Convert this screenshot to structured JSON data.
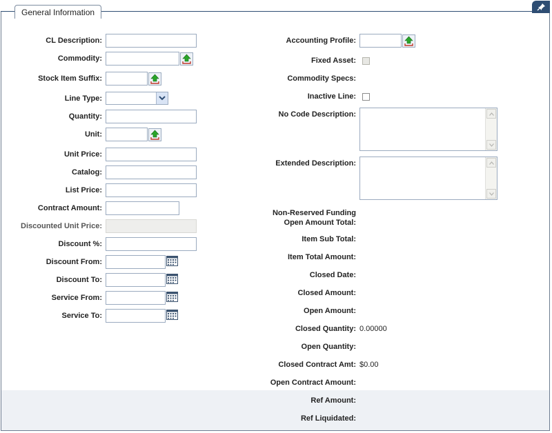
{
  "tab": {
    "title": "General Information"
  },
  "left": {
    "cl_description": "CL Description:",
    "commodity": "Commodity:",
    "stock_item_suffix": "Stock Item Suffix:",
    "line_type": "Line Type:",
    "quantity": "Quantity:",
    "unit": "Unit:",
    "unit_price": "Unit Price:",
    "catalog": "Catalog:",
    "list_price": "List Price:",
    "contract_amount": "Contract Amount:",
    "discounted_unit_price": "Discounted Unit Price:",
    "discount_pct": "Discount %:",
    "discount_from": "Discount From:",
    "discount_to": "Discount To:",
    "service_from": "Service From:",
    "service_to": "Service To:"
  },
  "right": {
    "accounting_profile": "Accounting Profile:",
    "fixed_asset": "Fixed Asset:",
    "commodity_specs": "Commodity Specs:",
    "inactive_line": "Inactive Line:",
    "no_code_description": "No Code Description:",
    "extended_description": "Extended Description:",
    "non_reserved_funding_1": "Non-Reserved Funding",
    "non_reserved_funding_2": "Open Amount Total:",
    "item_sub_total": "Item Sub Total:",
    "item_total_amount": "Item Total Amount:",
    "closed_date": "Closed Date:",
    "closed_amount": "Closed Amount:",
    "open_amount": "Open Amount:",
    "closed_quantity": "Closed Quantity:",
    "closed_quantity_value": "0.00000",
    "open_quantity": "Open Quantity:",
    "closed_contract_amt": "Closed Contract Amt:",
    "closed_contract_amt_value": "$0.00",
    "open_contract_amount": "Open Contract Amount:",
    "ref_amount": "Ref Amount:",
    "ref_liquidated": "Ref Liquidated:"
  },
  "fields": {
    "cl_description": "",
    "commodity": "",
    "stock_item_suffix": "",
    "line_type": "",
    "quantity": "",
    "unit": "",
    "unit_price": "",
    "catalog": "",
    "list_price": "",
    "contract_amount": "",
    "discounted_unit_price": "",
    "discount_pct": "",
    "discount_from": "",
    "discount_to": "",
    "service_from": "",
    "service_to": "",
    "accounting_profile": "",
    "no_code_description": "",
    "extended_description": ""
  },
  "checkboxes": {
    "fixed_asset": false,
    "inactive_line": false
  },
  "icons": {
    "lookup": "upload-lookup-icon",
    "calendar": "calendar-icon",
    "pin": "pin-icon",
    "dropdown": "chevron-down-icon"
  },
  "colors": {
    "header_bar": "#2e4d73",
    "border": "#9aaabf",
    "shade": "#eef1f5",
    "lookup_arrow": "#2aa52a"
  }
}
